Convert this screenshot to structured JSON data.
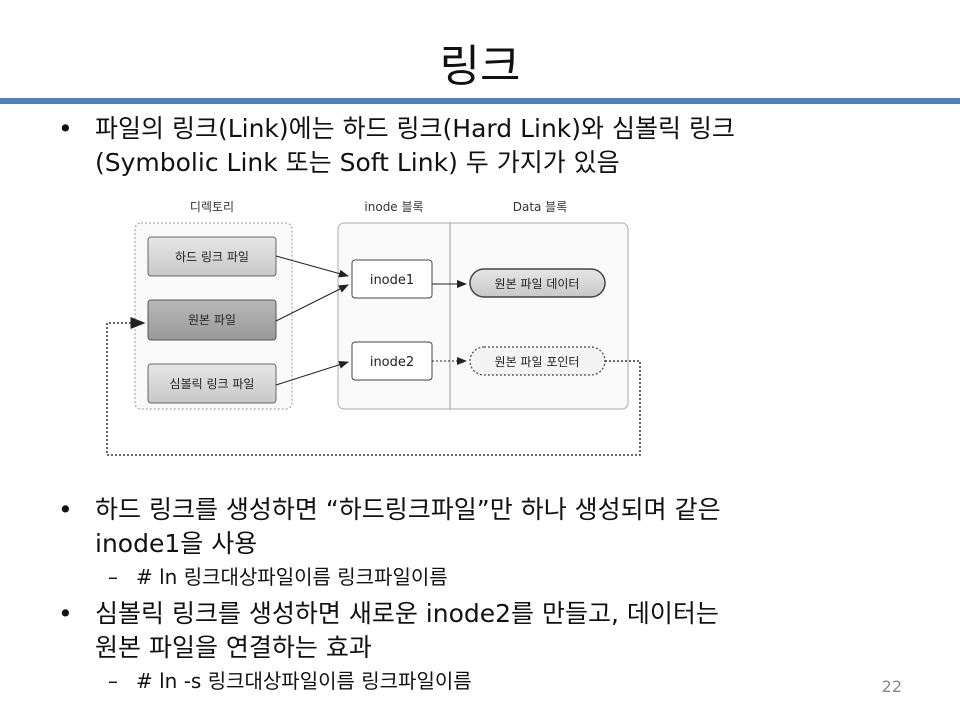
{
  "title": "링크",
  "bullets": [
    {
      "line1": "파일의 링크(Link)에는 하드 링크(Hard Link)와 심볼릭 링크",
      "line2": "(Symbolic Link 또는 Soft Link) 두 가지가 있음"
    },
    {
      "line1": "하드 링크를 생성하면 “하드링크파일”만 하나 생성되며 같은",
      "line2": "inode1을 사용"
    },
    {
      "line1": "심볼릭 링크를 생성하면 새로운 inode2를 만들고, 데이터는",
      "line2": "원본 파일을 연결하는 효과"
    }
  ],
  "subitems": [
    "# ln 링크대상파일이름 링크파일이름",
    "# ln -s 링크대상파일이름 링크파일이름"
  ],
  "bullet_char": "•",
  "dash_char": "–",
  "diagram": {
    "col_directory": "디렉토리",
    "col_inode": "inode 블록",
    "col_data": "Data 블록",
    "hard_link_file": "하드 링크 파일",
    "original_file": "원본 파일",
    "symlink_file": "심볼릭 링크 파일",
    "inode1": "inode1",
    "inode2": "inode2",
    "original_data": "원본 파일 데이터",
    "original_pointer": "원본 파일 포인터"
  },
  "page_number": "22",
  "colors": {
    "accent": "#4f81bd"
  }
}
